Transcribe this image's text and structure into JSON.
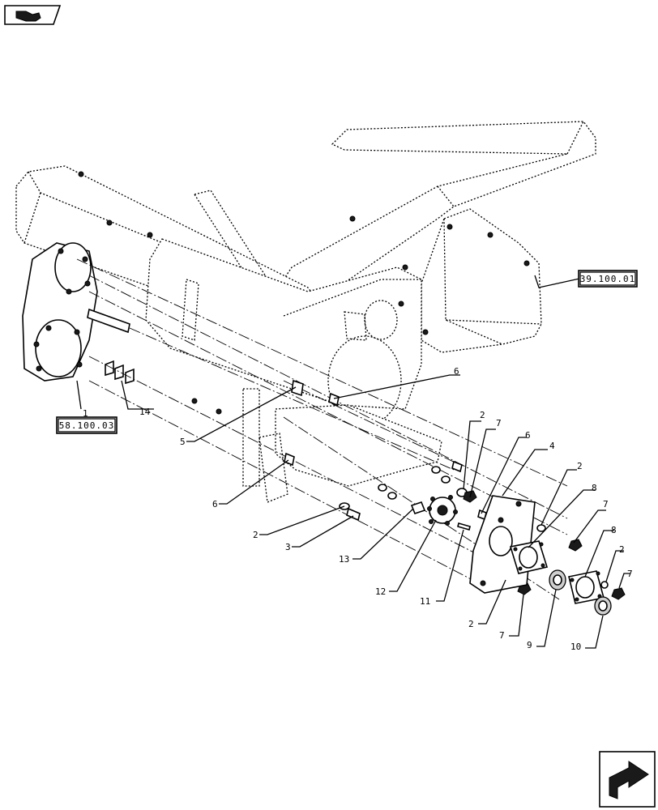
{
  "ref_boxes": {
    "frame_ref": "39.100.01",
    "gearbox_ref": "58.100.03"
  },
  "callouts": {
    "c1": "1",
    "c14": "14",
    "c5": "5",
    "c6a": "6",
    "c6b": "6",
    "c6c": "6",
    "c2a": "2",
    "c2b": "2",
    "c2c": "2",
    "c2d": "2",
    "c2e": "2",
    "c3": "3",
    "c13": "13",
    "c12": "12",
    "c11": "11",
    "c7a": "7",
    "c7b": "7",
    "c7c": "7",
    "c7d": "7",
    "c4": "4",
    "c8a": "8",
    "c8b": "8",
    "c9": "9",
    "c10": "10"
  },
  "icons": {
    "top_left": "book-arrow-icon",
    "bottom_right": "next-page-arrow-icon"
  }
}
